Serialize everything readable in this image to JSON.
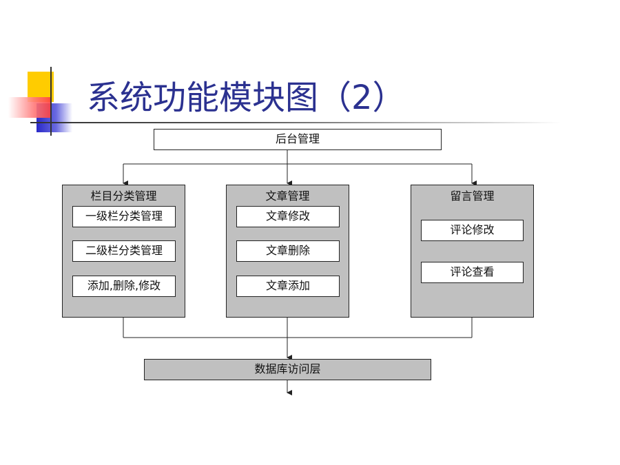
{
  "title": "系统功能模块图（2）",
  "diagram": {
    "root": "后台管理",
    "modules": [
      {
        "title": "栏目分类管理",
        "items": [
          "一级栏分类管理",
          "二级栏分类管理",
          "添加,删除,修改"
        ]
      },
      {
        "title": "文章管理",
        "items": [
          "文章修改",
          "文章删除",
          "文章添加"
        ]
      },
      {
        "title": "留言管理",
        "items": [
          "评论修改",
          "评论查看"
        ]
      }
    ],
    "bottom": "数据库访问层"
  },
  "colors": {
    "title": "#2b3190",
    "module_fill": "#c0c0c0",
    "node_fill": "#ffffff",
    "line": "#222222"
  }
}
